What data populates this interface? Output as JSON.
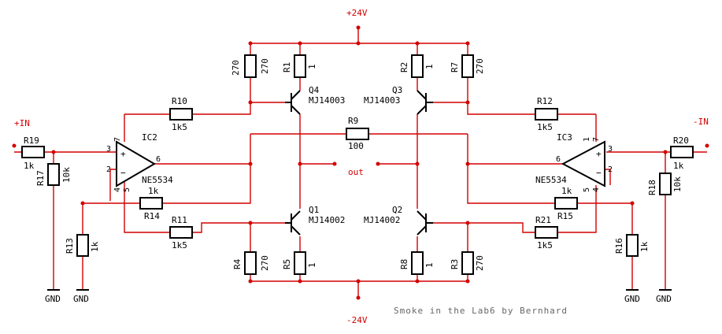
{
  "rails": {
    "positive": "+24V",
    "negative": "-24V"
  },
  "inputs": {
    "plus": "+IN",
    "minus": "-IN"
  },
  "output": "out",
  "ground": "GND",
  "footer": "Smoke in the Lab6 by Bernhard",
  "resistors": {
    "R1": "1",
    "R2": "1",
    "R3": "270",
    "R4": "270",
    "R5": "1",
    "R6": "270",
    "R7": "270",
    "R8": "1",
    "R9": "100",
    "R10": "1k5",
    "R11": "1k5",
    "R12": "1k5",
    "R13": "1k",
    "R14": "1k",
    "R15": "1k",
    "R16": "1k",
    "R17": "10k",
    "R18": "10k",
    "R19": "1k",
    "R20": "1k",
    "R21": "1k5"
  },
  "transistors": {
    "Q1": "MJ14002",
    "Q2": "MJ14002",
    "Q3": "MJ14003",
    "Q4": "MJ14003"
  },
  "opamps": {
    "IC2": "NE5534",
    "IC3": "NE5534"
  },
  "pins": {
    "p2": "2",
    "p3": "3",
    "p4": "4",
    "p5": "5",
    "p6": "6",
    "p7": "7",
    "p1": "1"
  }
}
